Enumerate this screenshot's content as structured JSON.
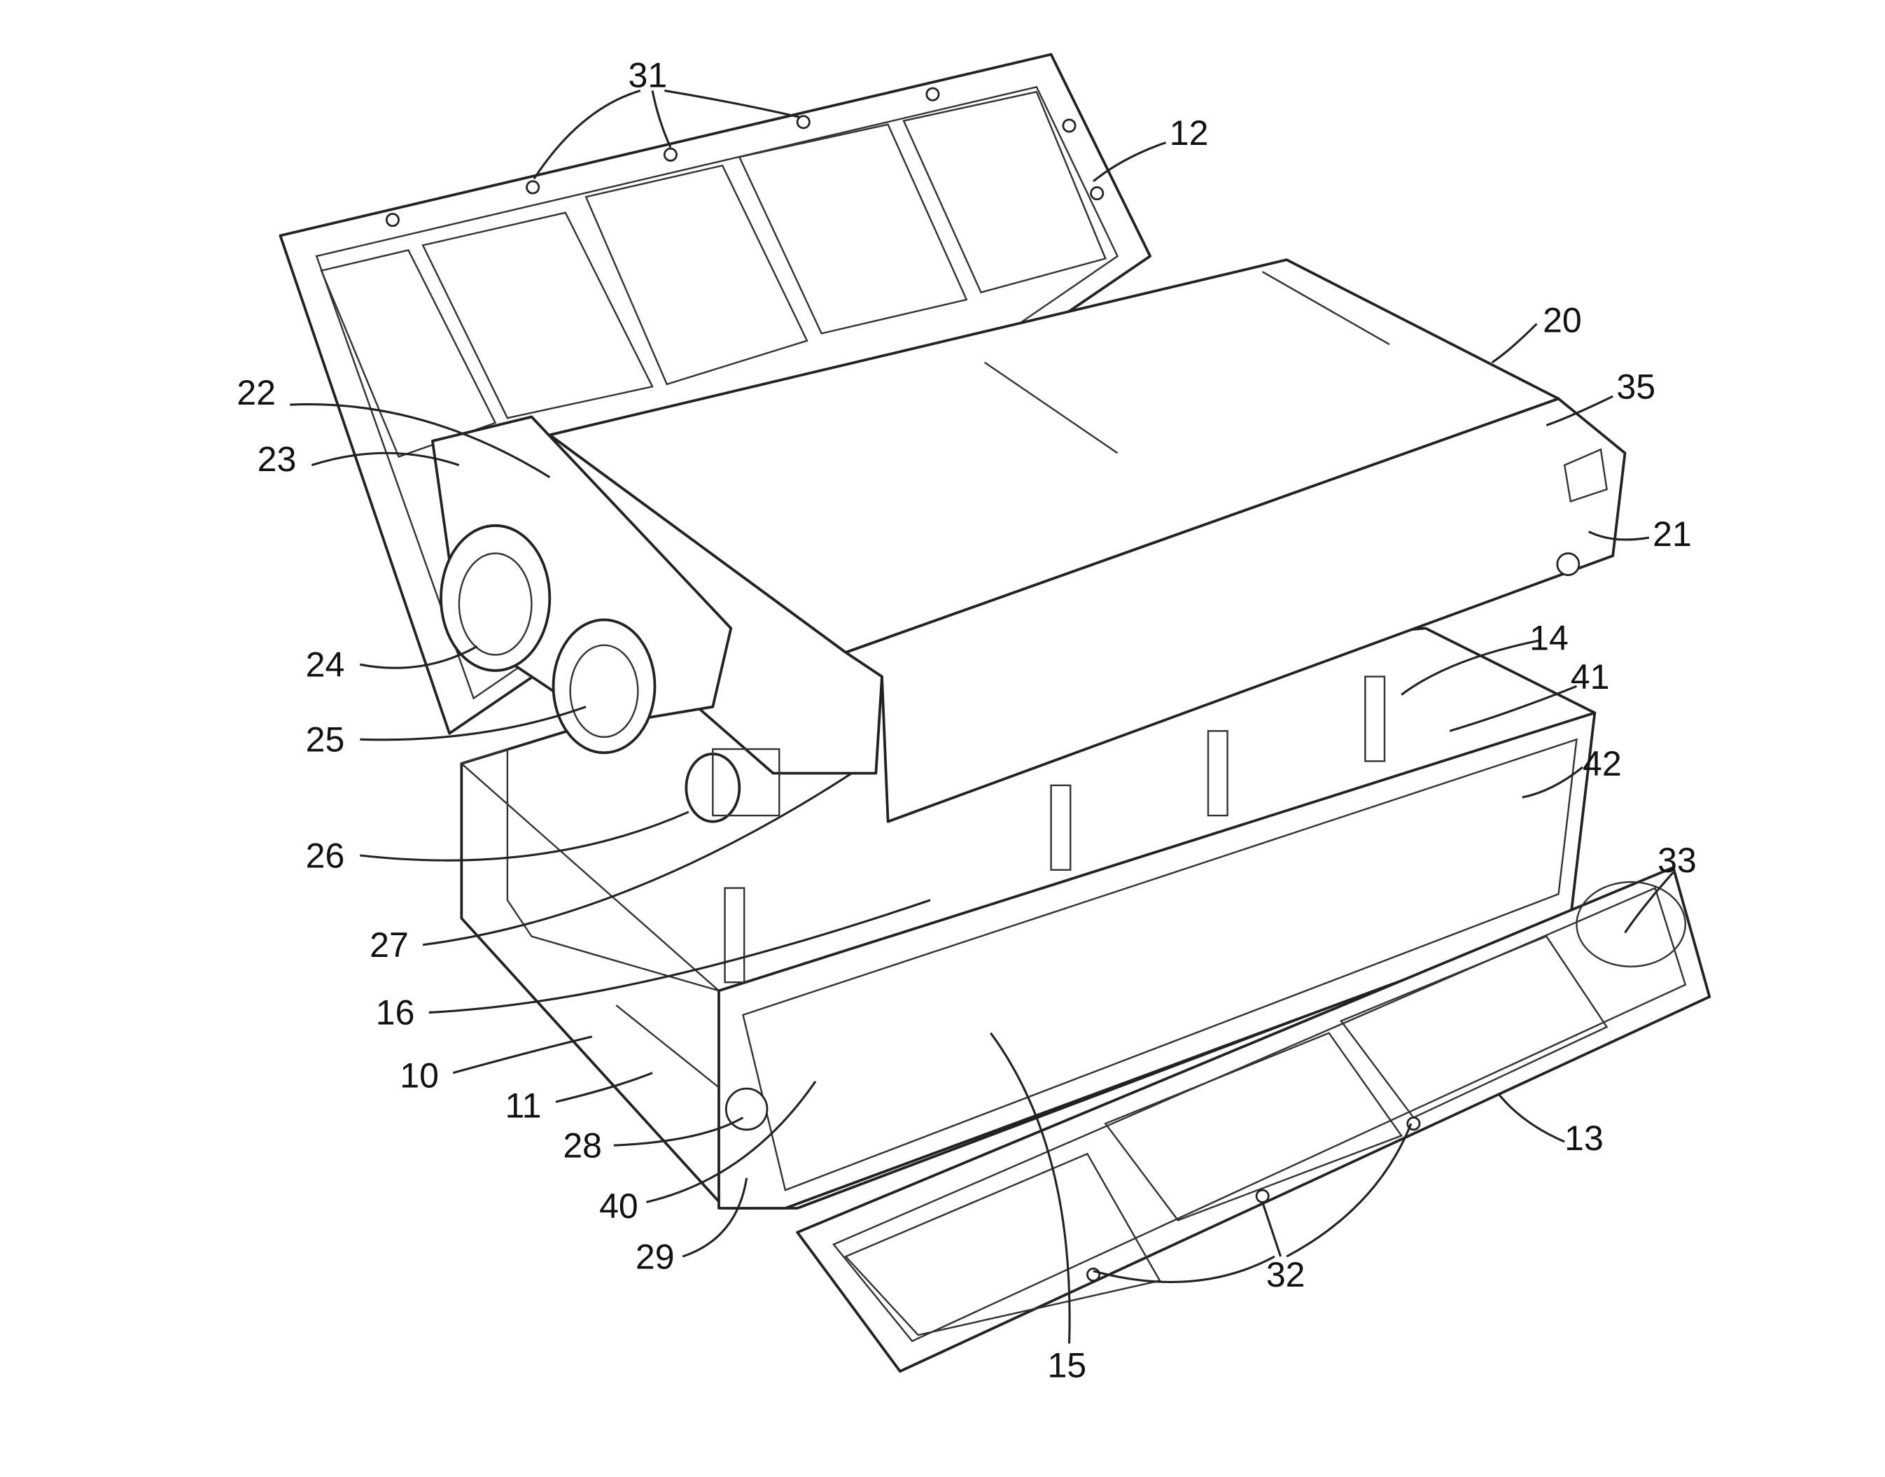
{
  "figure": {
    "reference_labels": {
      "l31": "31",
      "l12": "12",
      "l20": "20",
      "l35": "35",
      "l22": "22",
      "l23": "23",
      "l21": "21",
      "l14": "14",
      "l41": "41",
      "l24": "24",
      "l42": "42",
      "l25": "25",
      "l33": "33",
      "l26": "26",
      "l27": "27",
      "l16": "16",
      "l10": "10",
      "l11": "11",
      "l13": "13",
      "l28": "28",
      "l40": "40",
      "l29": "29",
      "l32": "32",
      "l15": "15"
    }
  }
}
